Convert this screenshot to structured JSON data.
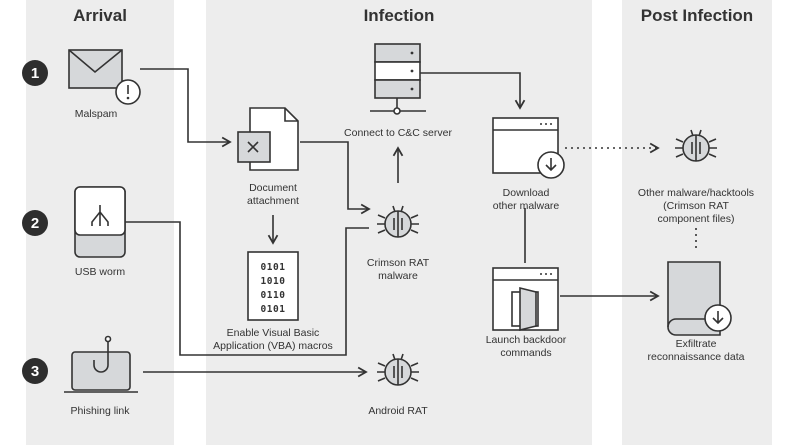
{
  "columns": {
    "arrival": "Arrival",
    "infection": "Infection",
    "post_infection": "Post Infection"
  },
  "steps": [
    "1",
    "2",
    "3"
  ],
  "arrival": {
    "malspam": "Malspam",
    "usb_worm": "USB worm",
    "phishing_link": "Phishing link"
  },
  "infection": {
    "document": [
      "Document",
      "attachment"
    ],
    "vba": [
      "Enable Visual Basic",
      "Application (VBA) macros"
    ],
    "vba_bits": [
      "0101",
      "1010",
      "0110",
      "0101"
    ],
    "cnc": "Connect to C&C server",
    "crimson": [
      "Crimson RAT",
      "malware"
    ],
    "android": "Android RAT",
    "download": [
      "Download",
      "other malware"
    ],
    "backdoor": [
      "Launch backdoor",
      "commands"
    ]
  },
  "post": {
    "other": [
      "Other malware/hacktools",
      "(Crimson RAT",
      "component files)"
    ],
    "exfil": [
      "Exfiltrate",
      "reconnaissance data"
    ]
  },
  "colors": {
    "panel": "#ededed",
    "icon_fill": "#d6d8da",
    "stroke": "#333333",
    "step_badge": "#2e2e2e"
  }
}
